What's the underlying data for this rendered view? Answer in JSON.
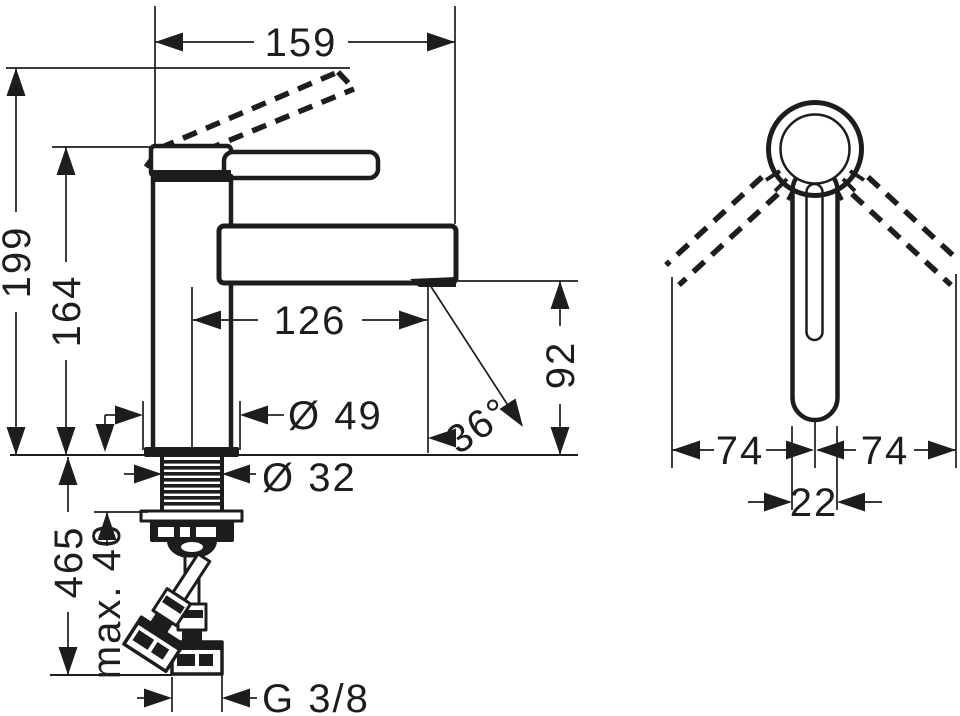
{
  "drawing": {
    "background_color": "#ffffff",
    "line_color": "#1d1d1b",
    "side_view": {
      "total_depth": "159",
      "total_height": "199",
      "body_height": "164",
      "spout_reach": "126",
      "base_diameter": "Ø 49",
      "shank_diameter": "Ø 32",
      "outlet_height": "92",
      "jet_angle": "36°",
      "hose_length": "465",
      "max_mounting_thickness": "max. 40",
      "supply_thread": "G 3/8"
    },
    "top_view": {
      "swivel_left": "74",
      "swivel_right": "74",
      "lever_width": "22"
    }
  }
}
